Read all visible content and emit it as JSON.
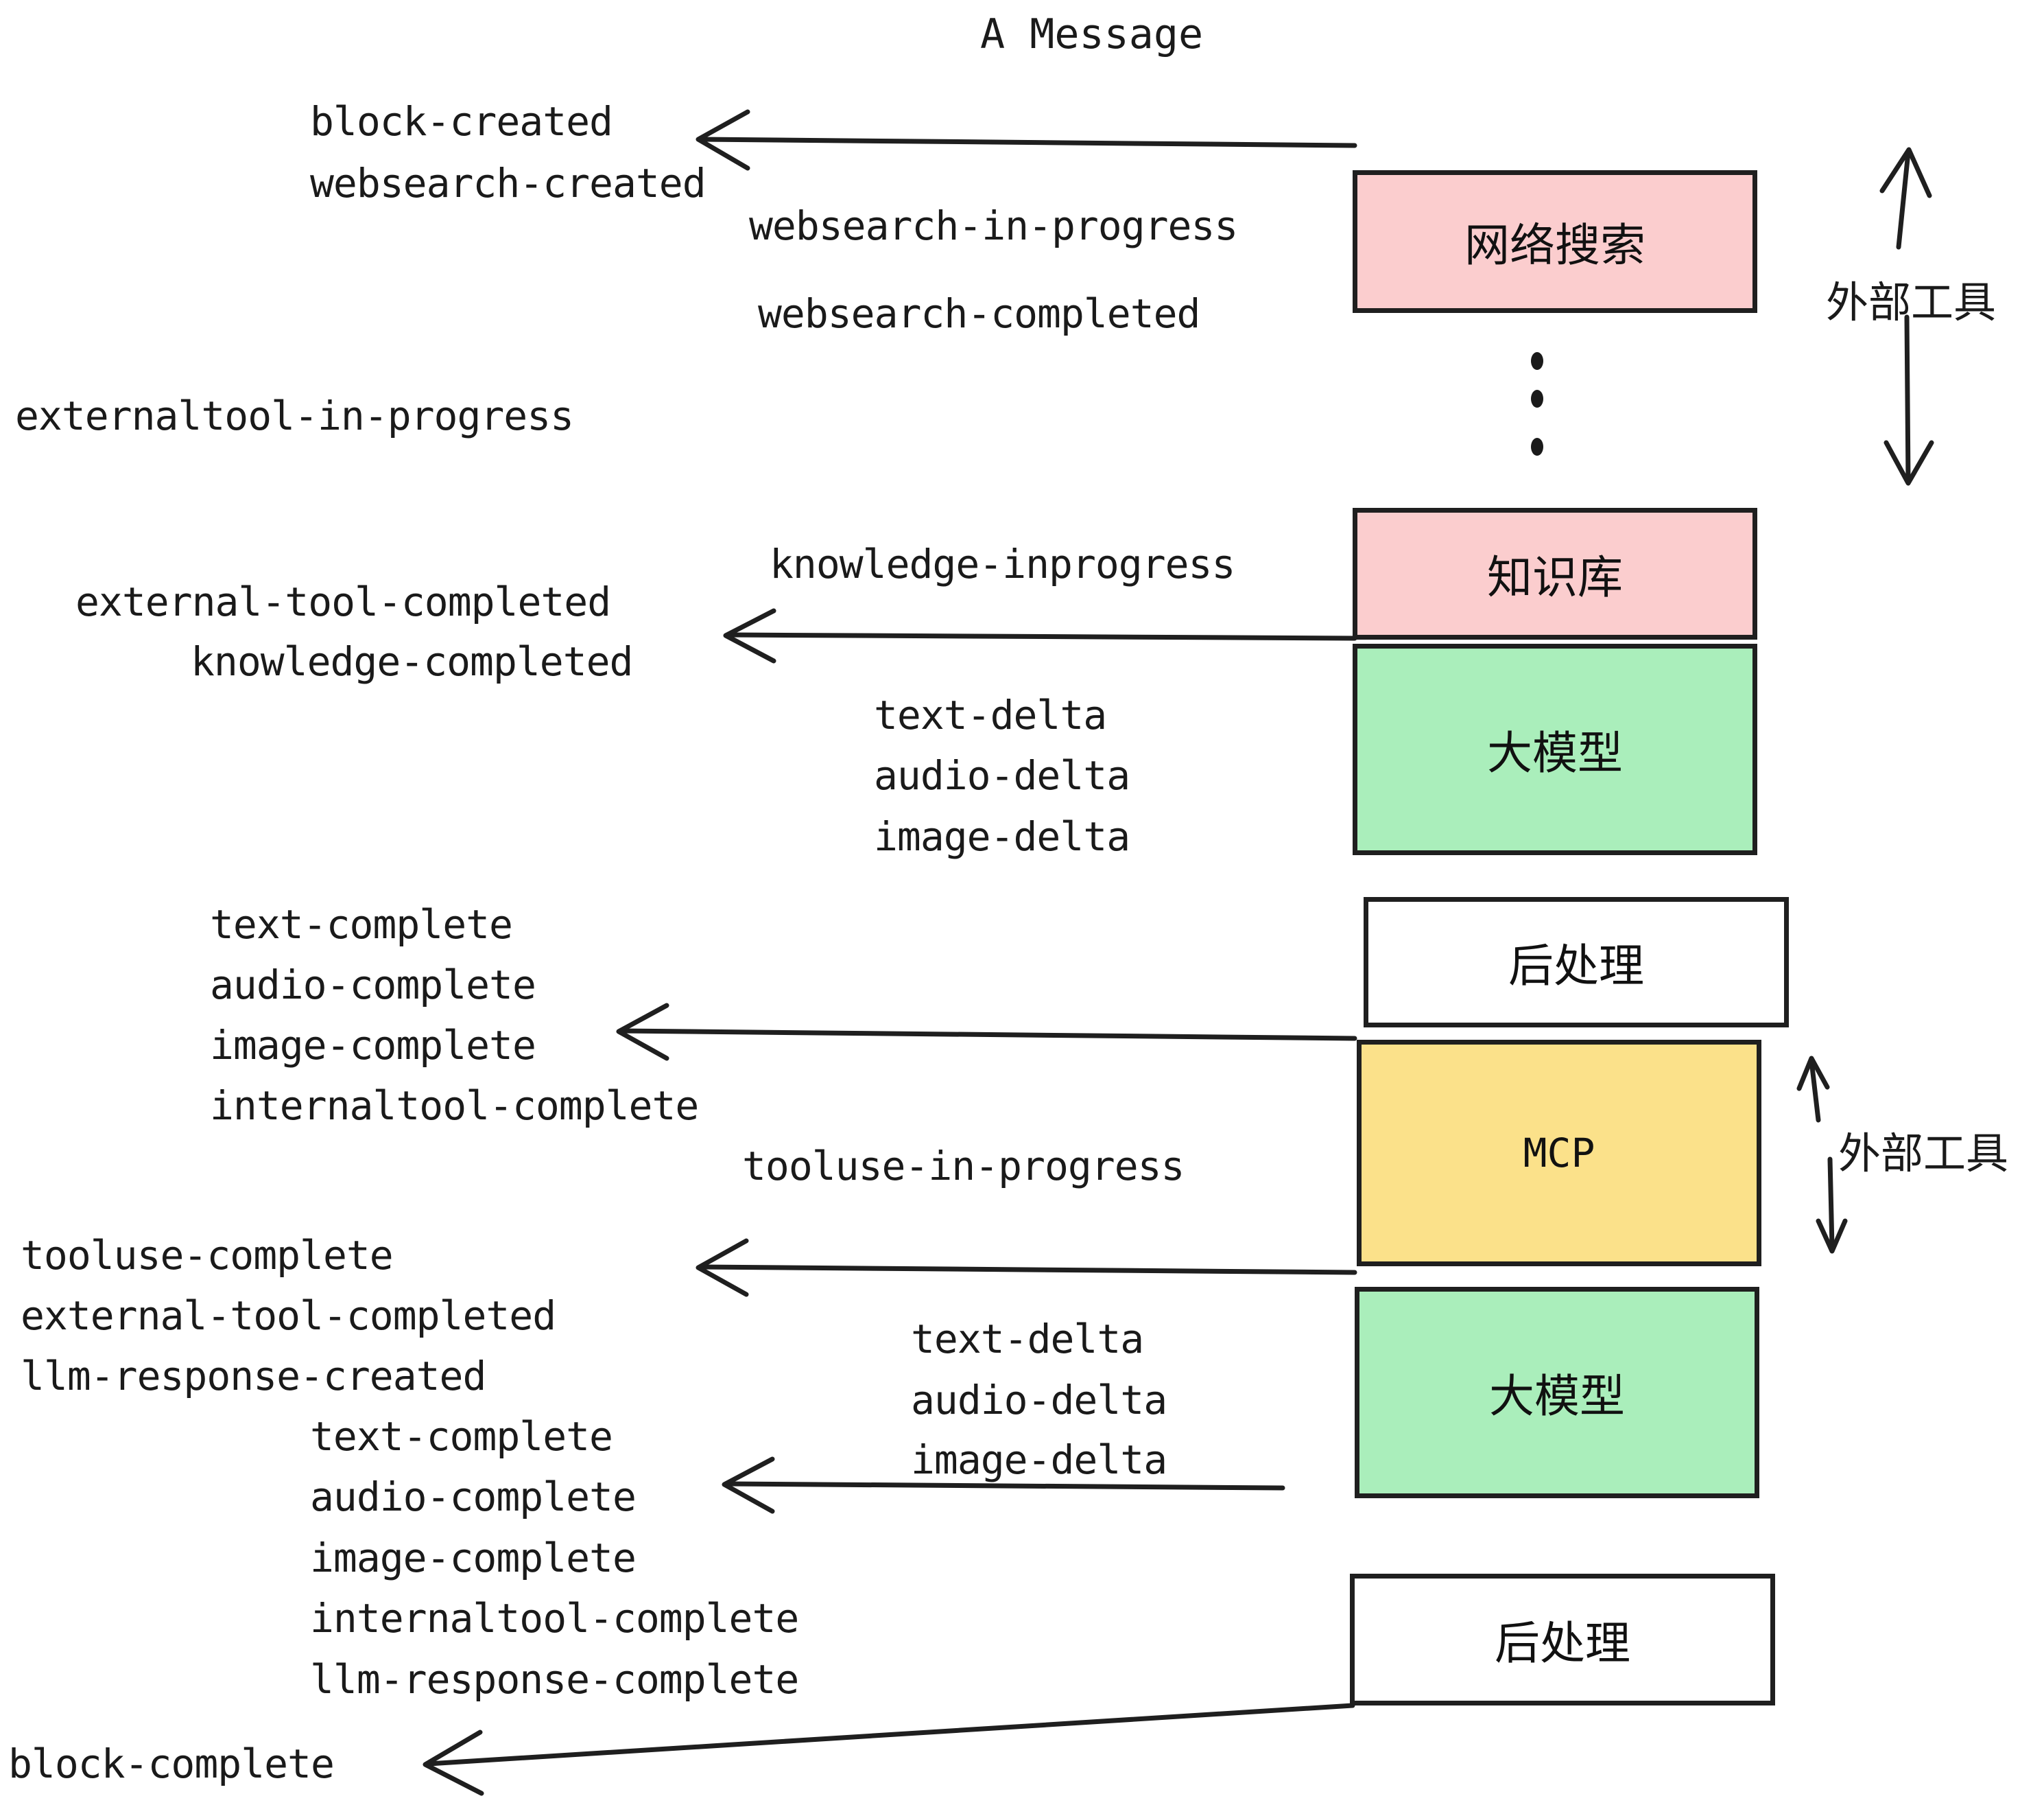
{
  "title": "A Message",
  "boxes": [
    {
      "id": "websearch",
      "label": "网络搜索",
      "fill": "#fbcdce"
    },
    {
      "id": "knowledge",
      "label": "知识库",
      "fill": "#fbcdce"
    },
    {
      "id": "llm-top",
      "label": "大模型",
      "fill": "#aaeebb"
    },
    {
      "id": "post-top",
      "label": "后处理",
      "fill": "#ffffff"
    },
    {
      "id": "mcp",
      "label": "MCP",
      "fill": "#fbe18a"
    },
    {
      "id": "llm-bottom",
      "label": "大模型",
      "fill": "#aaeebb"
    },
    {
      "id": "post-bottom",
      "label": "后处理",
      "fill": "#ffffff"
    }
  ],
  "side_labels": [
    {
      "id": "external-tool-top",
      "label": "外部工具"
    },
    {
      "id": "external-tool-bottom",
      "label": "外部工具"
    }
  ],
  "events": {
    "block_created": "block-created",
    "websearch_created": "websearch-created",
    "websearch_in_progress": "websearch-in-progress",
    "websearch_completed": "websearch-completed",
    "externaltool_in_progress": "externaltool-in-progress",
    "knowledge_inprogress": "knowledge-inprogress",
    "external_tool_completed_1": "external-tool-completed",
    "knowledge_completed": "knowledge-completed",
    "text_delta_1": "text-delta",
    "audio_delta_1": "audio-delta",
    "image_delta_1": "image-delta",
    "text_complete_1": "text-complete",
    "audio_complete_1": "audio-complete",
    "image_complete_1": "image-complete",
    "internaltool_complete_1": "internaltool-complete",
    "tooluse_in_progress": "tooluse-in-progress",
    "tooluse_complete": "tooluse-complete",
    "external_tool_completed_2": "external-tool-completed",
    "llm_response_created": "llm-response-created",
    "text_delta_2": "text-delta",
    "audio_delta_2": "audio-delta",
    "image_delta_2": "image-delta",
    "text_complete_2": "text-complete",
    "audio_complete_2": "audio-complete",
    "image_complete_2": "image-complete",
    "internaltool_complete_2": "internaltool-complete",
    "llm_response_complete": "llm-response-complete",
    "block_complete": "block-complete"
  },
  "colors": {
    "stroke": "#1f1f1f",
    "pink": "#fbcdce",
    "green": "#aaeebb",
    "yellow": "#fbe18a",
    "white": "#ffffff",
    "text": "#1a1a1a"
  },
  "ellipsis_dots": 3
}
